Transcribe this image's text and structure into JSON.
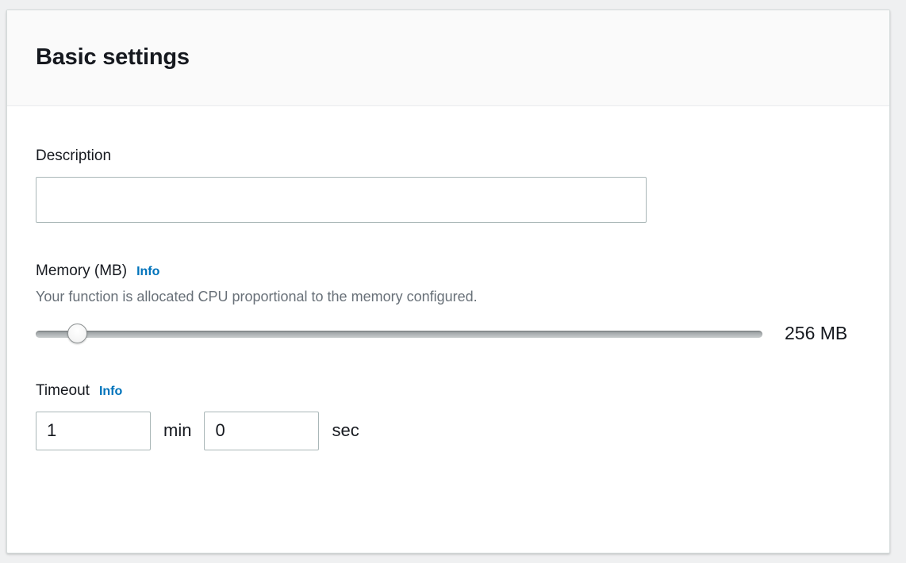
{
  "card": {
    "title": "Basic settings"
  },
  "description": {
    "label": "Description",
    "value": "",
    "placeholder": ""
  },
  "memory": {
    "label": "Memory (MB)",
    "info_label": "Info",
    "help_text": "Your function is allocated CPU proportional to the memory configured.",
    "value_label": "256 MB",
    "slider_value": 256,
    "slider_percent": 4.5
  },
  "timeout": {
    "label": "Timeout",
    "info_label": "Info",
    "minutes_value": "1",
    "minutes_unit": "min",
    "seconds_value": "0",
    "seconds_unit": "sec"
  },
  "colors": {
    "link_blue": "#0073bb",
    "text_dark": "#16191f",
    "text_muted": "#687078",
    "input_border": "#aab7b8",
    "card_border": "#d5dbdb",
    "header_bg": "#fafafa",
    "page_bg": "#eff0f1"
  }
}
